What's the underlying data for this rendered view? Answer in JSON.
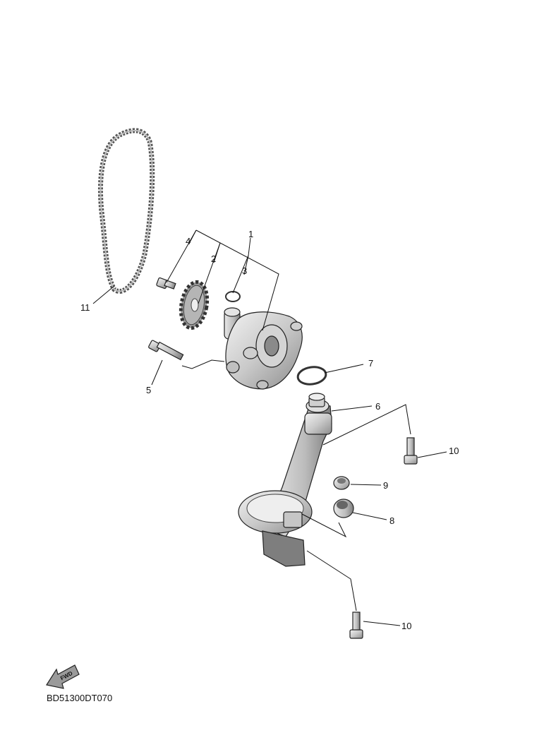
{
  "diagram": {
    "code": "BD51300DT070",
    "fwd_label": "FWD",
    "callouts": {
      "c1": "1",
      "c2": "2",
      "c3": "3",
      "c4": "4",
      "c5": "5",
      "c6": "6",
      "c7": "7",
      "c8": "8",
      "c9": "9",
      "c10a": "10",
      "c10b": "10",
      "c11": "11"
    }
  }
}
